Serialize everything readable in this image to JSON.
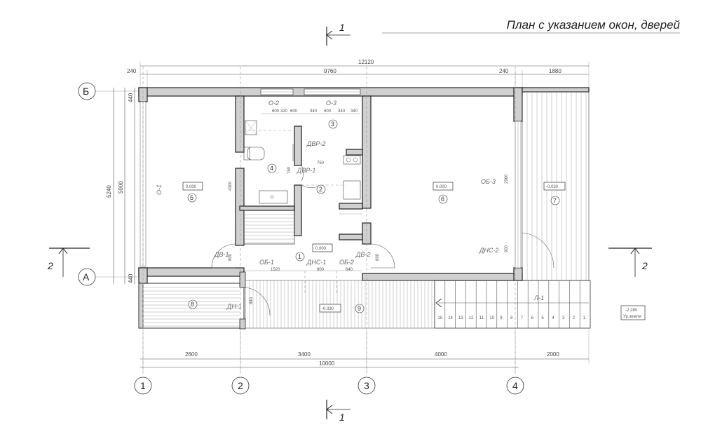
{
  "title": "План с указанием  окон, дверей",
  "section_marks": {
    "s1": "1",
    "s2": "2"
  },
  "axes": {
    "a1": "1",
    "a2": "2",
    "a3": "3",
    "a4": "4",
    "rowA": "А",
    "rowB": "Б"
  },
  "top_dims": {
    "overall": "12120",
    "d240a": "240",
    "d9760": "9760",
    "d240b": "240",
    "d1880": "1880"
  },
  "bottom_dims": {
    "d2600": "2600",
    "d3400": "3400",
    "d4000": "4000",
    "d2000": "2000",
    "overall": "10000"
  },
  "left_dims": {
    "d5240": "5240",
    "d5000": "5000",
    "d440t": "440",
    "d440b": "440"
  },
  "rooms": {
    "r1": "1",
    "r2": "2",
    "r3": "3",
    "r4": "4",
    "r5": "5",
    "r6": "6",
    "r7": "7",
    "r8": "8",
    "r9": "9"
  },
  "levels": {
    "l5": "0.000",
    "l6": "0.000",
    "l1": "0.000",
    "l7": "-0.030",
    "l9": "-0.030",
    "ground": "-2.280",
    "ground_label": "Ур.земли"
  },
  "openings": {
    "o1": "О-1",
    "o2": "О-2",
    "o3": "О-3",
    "ob1": "ОБ-1",
    "ob2": "ОБ-2",
    "ob3": "ОБ-3",
    "dv1": "ДВ-1",
    "dv2": "ДВ-2",
    "dvr1": "ДВР-1",
    "dvr2": "ДВР-2",
    "dns1": "ДНС-1",
    "dns2": "ДНС-2",
    "dn1": "ДН-1",
    "l1": "Л-1"
  },
  "inner_dims": {
    "d1520": "1520",
    "d900a": "900",
    "d640": "640",
    "d800a": "800",
    "d800b": "800",
    "d900b": "900",
    "d840": "840",
    "d750a": "750",
    "d750b": "750",
    "d2960": "2960",
    "d4300": "4300",
    "o2a": "600",
    "o2b": "320",
    "o2c": "600",
    "o3a": "340",
    "o3b": "600",
    "o3c": "340",
    "o3d": "340"
  },
  "steps": [
    "15",
    "14",
    "13",
    "12",
    "11",
    "10",
    "9",
    "8",
    "7",
    "6",
    "5",
    "4",
    "3",
    "2",
    "1"
  ]
}
